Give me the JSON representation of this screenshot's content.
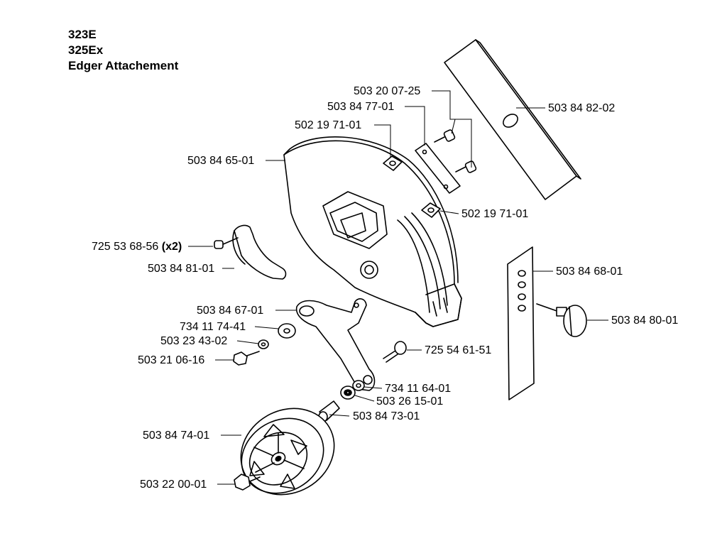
{
  "title": {
    "model_1": "323E",
    "model_2": "325Ex",
    "name": "Edger Attachement"
  },
  "parts": {
    "p_503_20_07_25": "503 20 07-25",
    "p_503_84_77_01": "503 84 77-01",
    "p_502_19_71_01_a": "502 19 71-01",
    "p_503_84_65_01": "503 84 65-01",
    "p_503_84_82_02": "503 84 82-02",
    "p_502_19_71_01_b": "502 19 71-01",
    "p_725_53_68_56": "725 53 68-56",
    "p_725_53_68_56_qty": "(x2)",
    "p_503_84_81_01": "503 84 81-01",
    "p_503_84_68_01": "503 84 68-01",
    "p_503_84_80_01": "503 84 80-01",
    "p_503_84_67_01": "503 84 67-01",
    "p_734_11_74_41": "734 11 74-41",
    "p_503_23_43_02": "503 23 43-02",
    "p_725_54_61_51": "725 54 61-51",
    "p_503_21_06_16": "503 21 06-16",
    "p_734_11_64_01": "734 11 64-01",
    "p_503_26_15_01": "503 26 15-01",
    "p_503_84_73_01": "503 84 73-01",
    "p_503_84_74_01": "503 84 74-01",
    "p_503_22_00_01": "503 22 00-01"
  }
}
